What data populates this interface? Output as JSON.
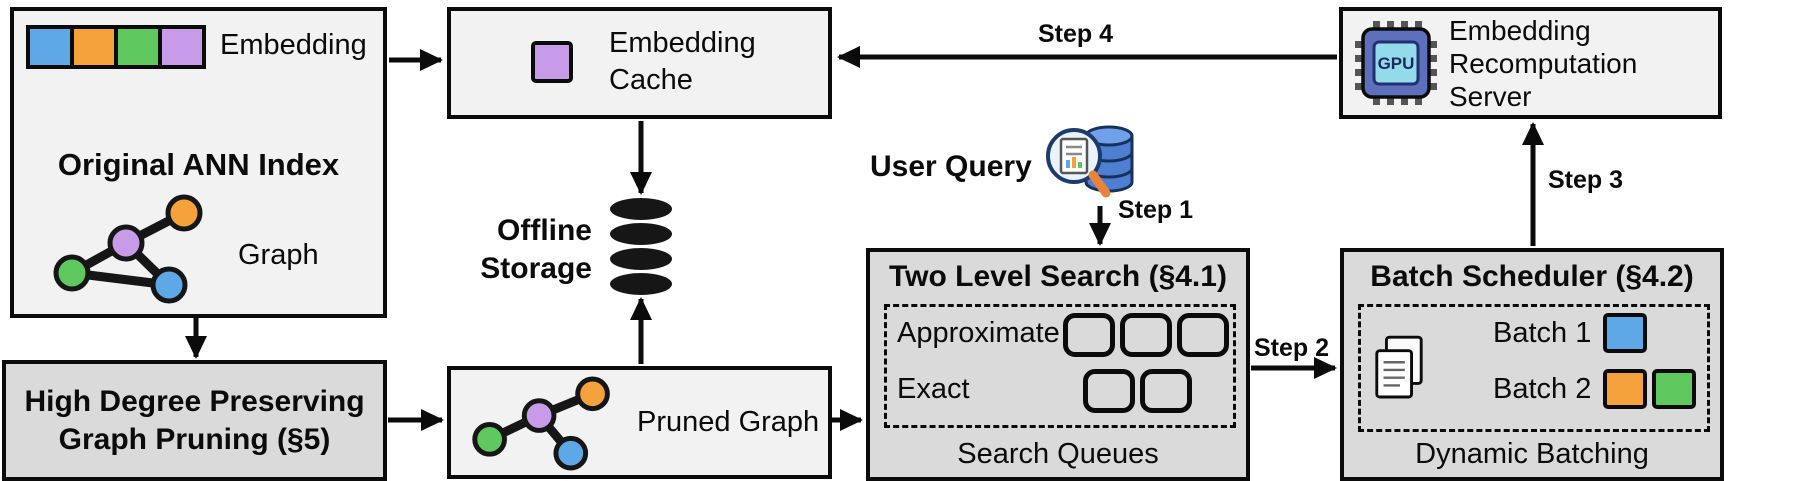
{
  "colors": {
    "blue": "#5FA8E8",
    "orange": "#F5A23C",
    "green": "#5FC95F",
    "purple": "#C89BE8",
    "box_light": "#F2F2F2",
    "box_dark": "#DADADA",
    "line": "#0B0B0B"
  },
  "original_ann_index": {
    "title": "Original ANN Index",
    "embedding_label": "Embedding",
    "graph_label": "Graph"
  },
  "graph_pruning": {
    "line1": "High Degree Preserving",
    "line2": "Graph Pruning (§5)"
  },
  "embedding_cache": {
    "line1": "Embedding",
    "line2": "Cache"
  },
  "offline_storage": {
    "line1": "Offline",
    "line2": "Storage"
  },
  "pruned_graph": {
    "label": "Pruned Graph"
  },
  "user_query": {
    "label": "User Query"
  },
  "steps": {
    "step1": "Step 1",
    "step2": "Step 2",
    "step3": "Step 3",
    "step4": "Step 4"
  },
  "two_level_search": {
    "title": "Two Level Search (§4.1)",
    "approximate_label": "Approximate",
    "exact_label": "Exact",
    "footer": "Search Queues"
  },
  "batch_scheduler": {
    "title": "Batch Scheduler (§4.2)",
    "batch1_label": "Batch 1",
    "batch2_label": "Batch 2",
    "footer": "Dynamic Batching"
  },
  "recomputation_server": {
    "line1": "Embedding",
    "line2": "Recomputation",
    "line3": "Server",
    "gpu_label": "GPU"
  }
}
